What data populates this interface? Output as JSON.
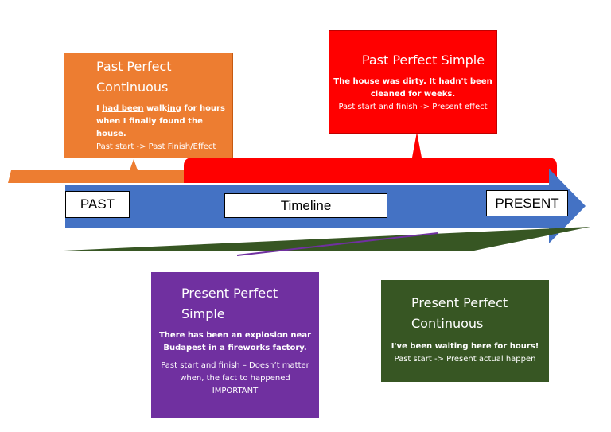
{
  "colors": {
    "past_perfect_continuous": "#ed7d31",
    "past_perfect_simple": "#ff0000",
    "present_perfect_simple": "#7030a0",
    "present_perfect_continuous": "#375623",
    "timeline_arrow": "#4472c4"
  },
  "timeline": {
    "past": "PAST",
    "center": "Timeline",
    "present": "PRESENT"
  },
  "past_perfect_continuous": {
    "title_line1": "Past Perfect",
    "title_line2": "Continuous",
    "example_pre": "I ",
    "example_had_been": "had been",
    "example_walk": " walk",
    "example_ing": "ing",
    "example_post": " for hours",
    "example_line2": "when I finally found the house.",
    "note": "Past start -> Past Finish/Effect"
  },
  "past_perfect_simple": {
    "title": "Past Perfect Simple",
    "example_line1": "The house was dirty. It hadn't been",
    "example_line2": "cleaned for weeks.",
    "note": "Past start and finish -> Present effect"
  },
  "present_perfect_simple": {
    "title_line1": "Present Perfect",
    "title_line2": "Simple",
    "example_line1": "There has been an explosion near",
    "example_line2": "Budapest in a fireworks factory.",
    "note_line1": "Past start and finish – Doesn’t matter",
    "note_line2": "when, the fact to happened",
    "note_line3": "IMPORTANT"
  },
  "present_perfect_continuous": {
    "title_line1": "Present Perfect",
    "title_line2": "Continuous",
    "example": "I've been waiting here for hours!",
    "note": "Past start -> Present actual happen"
  }
}
